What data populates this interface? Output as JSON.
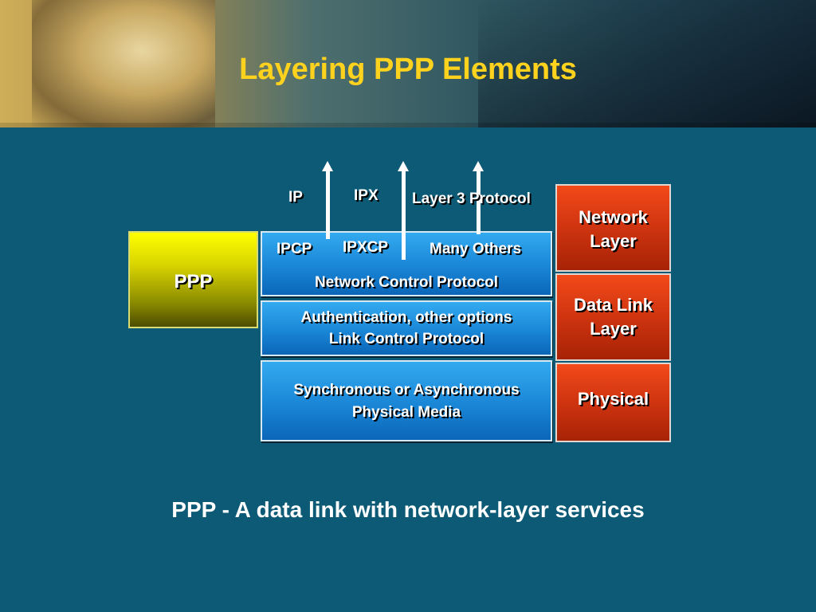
{
  "title": "Layering PPP Elements",
  "colors": {
    "background": "#0c5a75",
    "title": "#ffd21e",
    "blue_box": "#1a86d6",
    "red_box": "#cf3410",
    "ppp_box": "#d7d300"
  },
  "ppp_label": "PPP",
  "protocols_top": {
    "ip": "IP",
    "ipx": "IPX",
    "layer3": "Layer 3 Protocol"
  },
  "ncp_box": {
    "ipcp": "IPCP",
    "ipxcp": "IPXCP",
    "others": "Many Others",
    "label": "Network Control Protocol"
  },
  "lcp_box": {
    "line1": "Authentication, other options",
    "line2": "Link Control Protocol"
  },
  "media_box": {
    "line1": "Synchronous or Asynchronous",
    "line2": "Physical Media"
  },
  "osi_layers": {
    "network_line1": "Network",
    "network_line2": "Layer",
    "datalink_line1": "Data Link",
    "datalink_line2": "Layer",
    "physical": "Physical"
  },
  "footer": "PPP - A data link with network-layer services"
}
